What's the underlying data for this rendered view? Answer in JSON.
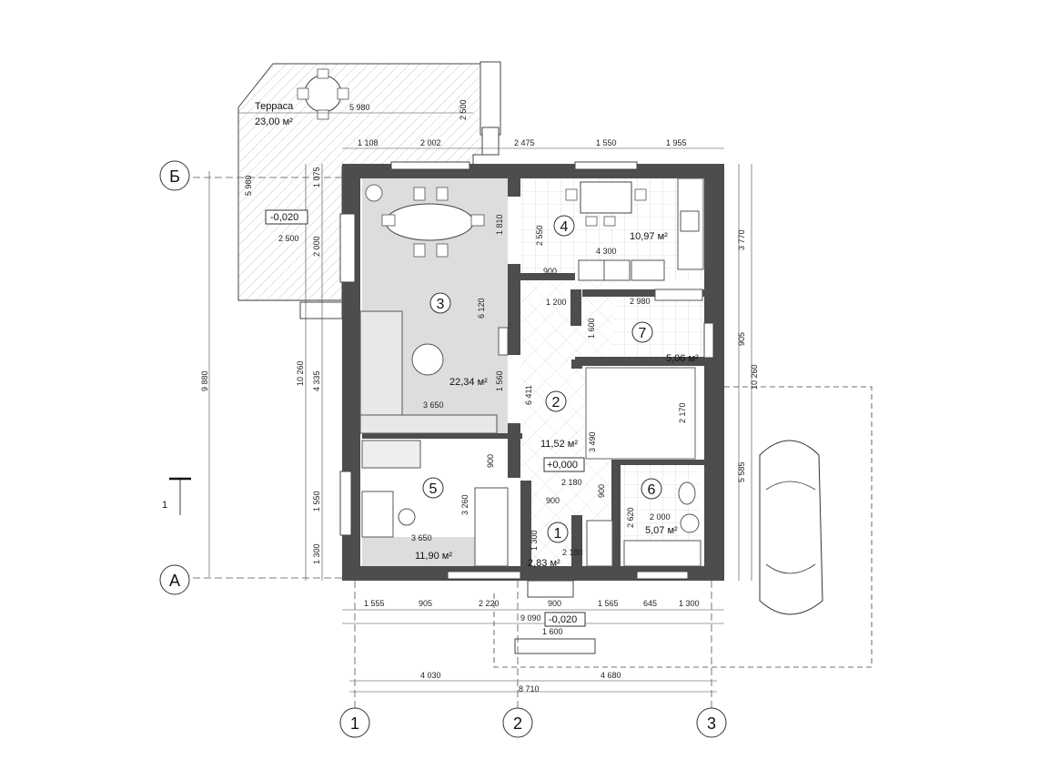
{
  "rooms": [
    {
      "id": "1",
      "area": "2,83 м²"
    },
    {
      "id": "2",
      "area": "11,52 м²"
    },
    {
      "id": "3",
      "area": "22,34 м²"
    },
    {
      "id": "4",
      "area": "10,97 м²"
    },
    {
      "id": "5",
      "area": "11,90 м²"
    },
    {
      "id": "6",
      "area": "5,07 м²"
    },
    {
      "id": "7",
      "area": "5,06 м²"
    }
  ],
  "terrace": {
    "label": "Терраса",
    "area": "23,00 м²"
  },
  "levels": {
    "floor": "+0,000",
    "terrace": "-0,020",
    "entrance": "-0,020"
  },
  "axes": {
    "letters": [
      "Б",
      "А"
    ],
    "numbers": [
      "1",
      "2",
      "3"
    ]
  },
  "section_marker": "1",
  "dims": {
    "top": [
      "1 108",
      "2 002",
      "2 475",
      "1 550",
      "1 955"
    ],
    "terrace_w": "5 980",
    "terrace_h": "2 500",
    "terrace_left": "5 980",
    "terrace_inner": "2 500",
    "bottom_row1": [
      "1 555",
      "905",
      "2 220",
      "900",
      "1 565",
      "645",
      "1 300"
    ],
    "bottom_row2": [
      "9 090",
      "1 600"
    ],
    "bottom_row3": [
      "4 030",
      "4 680"
    ],
    "bottom_total": "8 710",
    "left_outer": "9 880",
    "left_mid": "10 260",
    "left_mid2": "4 335",
    "left_seg": [
      "1 075",
      "2 000",
      "1 550",
      "1 300"
    ],
    "right_outer": "10 260",
    "right_seg": [
      "3 770",
      "905",
      "5 585"
    ],
    "inner": [
      "1 810",
      "6 120",
      "1 560",
      "3 650",
      "3 650",
      "3 260",
      "900",
      "900",
      "900",
      "2 180",
      "2 180",
      "1 300",
      "2 620",
      "2 000",
      "1 200",
      "1 600",
      "2 980",
      "6 411",
      "3 490",
      "4 300",
      "2 550",
      "900",
      "2 170"
    ]
  }
}
